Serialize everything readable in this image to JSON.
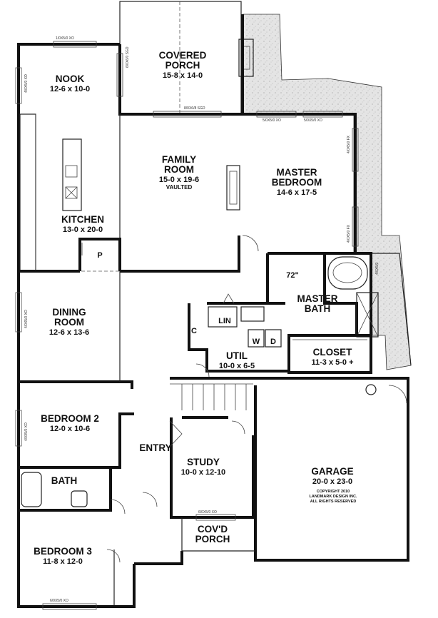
{
  "rooms": [
    {
      "key": "nook",
      "name_lines": [
        "NOOK"
      ],
      "dim": "12-6 x 10-0"
    },
    {
      "key": "covered_porch",
      "name_lines": [
        "COVERED",
        "PORCH"
      ],
      "dim": "15-8 x 14-0"
    },
    {
      "key": "family_room",
      "name_lines": [
        "FAMILY",
        "ROOM"
      ],
      "dim": "15-0 x 19-6",
      "note": "VAULTED"
    },
    {
      "key": "master_bedroom",
      "name_lines": [
        "MASTER",
        "BEDROOM"
      ],
      "dim": "14-6 x 17-5"
    },
    {
      "key": "kitchen",
      "name_lines": [
        "KITCHEN"
      ],
      "dim": "13-0 x 20-0"
    },
    {
      "key": "dining_room",
      "name_lines": [
        "DINING",
        "ROOM"
      ],
      "dim": "12-6 x 13-6"
    },
    {
      "key": "master_bath",
      "name_lines": [
        "MASTER",
        "BATH"
      ]
    },
    {
      "key": "util",
      "name_lines": [
        "UTIL"
      ],
      "dim": "10-0 x 6-5"
    },
    {
      "key": "closet",
      "name_lines": [
        "CLOSET"
      ],
      "dim": "11-3 x 5-0 +"
    },
    {
      "key": "bedroom_2",
      "name_lines": [
        "BEDROOM 2"
      ],
      "dim": "12-0 x 10-6"
    },
    {
      "key": "entry",
      "name_lines": [
        "ENTRY"
      ]
    },
    {
      "key": "study",
      "name_lines": [
        "STUDY"
      ],
      "dim": "10-0 x 12-10"
    },
    {
      "key": "garage",
      "name_lines": [
        "GARAGE"
      ],
      "dim": "20-0 x 23-0"
    },
    {
      "key": "bath",
      "name_lines": [
        "BATH"
      ]
    },
    {
      "key": "covd_porch",
      "name_lines": [
        "COV'D",
        "PORCH"
      ]
    },
    {
      "key": "bedroom_3",
      "name_lines": [
        "BEDROOM 3"
      ],
      "dim": "11-8 x 12-0"
    }
  ],
  "fixtures": {
    "pantry": "P",
    "linen": "LIN",
    "coat_closet": "C",
    "washer": "W",
    "dryer": "D",
    "shower_size": "72\""
  },
  "copyright": [
    "COPYRIGHT 2010",
    "LANDMARK DESIGN INC.",
    "ALL RIGHTS RESERVED"
  ],
  "window_labels": {
    "nook_top": "1/0X5/0 XO",
    "nook_right": "6/0X6/0 SGD",
    "porch_door": "8/0X6/8 SGD",
    "master_top_1": "5/0X5/0 XO",
    "master_top_2": "5/0X5/0 XO",
    "master_right_1": "4/0X5/0 FX",
    "master_right_2": "4/0X5/0 FX",
    "nook_left": "4/0X5/0 XO",
    "dining_left": "4/0X5/0 XO",
    "bedroom2_left": "4/0X5/0 XO",
    "study_bottom": "6/0X5/0 XO",
    "bedroom3_bottom": "6/0X5/0 XO",
    "master_bath_window": "4/0X5/0"
  }
}
